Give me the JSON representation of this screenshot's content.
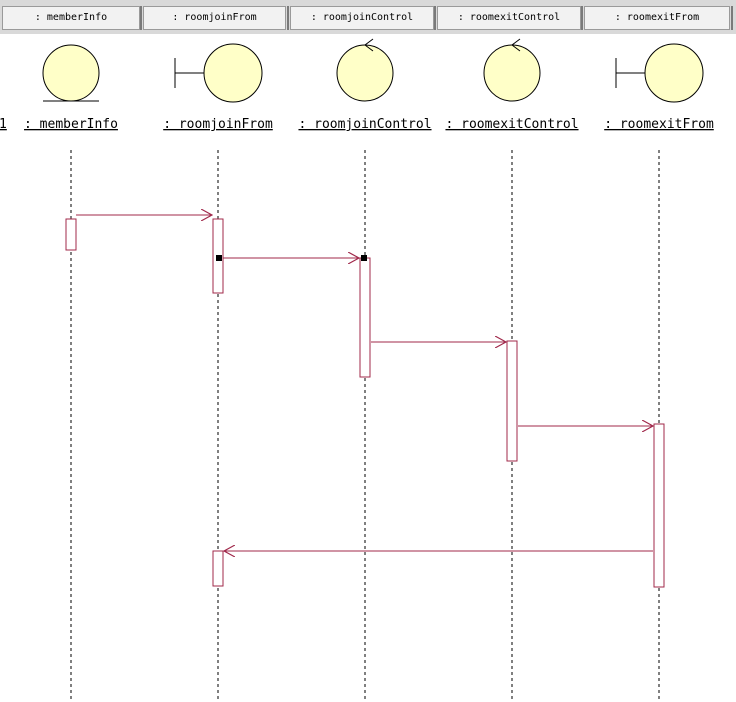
{
  "header": {
    "columns": [
      ": memberInfo",
      ": roomjoinFrom",
      ": roomjoinControl",
      ": roomexitControl",
      ": roomexitFrom"
    ]
  },
  "objects": [
    {
      "label": ": memberInfo",
      "stereotype": "entity"
    },
    {
      "label": ": roomjoinFrom",
      "stereotype": "boundary"
    },
    {
      "label": ": roomjoinControl",
      "stereotype": "control"
    },
    {
      "label": ": roomexitControl",
      "stereotype": "control"
    },
    {
      "label": ": roomexitFrom",
      "stereotype": "boundary"
    }
  ],
  "left_edge_fragment": "1",
  "messages": [
    {
      "from": 0,
      "to": 1,
      "label": ""
    },
    {
      "from": 1,
      "to": 2,
      "label": ""
    },
    {
      "from": 2,
      "to": 3,
      "label": ""
    },
    {
      "from": 3,
      "to": 4,
      "label": ""
    },
    {
      "from": 4,
      "to": 1,
      "label": ""
    }
  ],
  "colors": {
    "object_fill": "#ffffc8",
    "message_line": "#a0284a",
    "activation_border": "#a0284a",
    "lifeline": "#000000"
  }
}
